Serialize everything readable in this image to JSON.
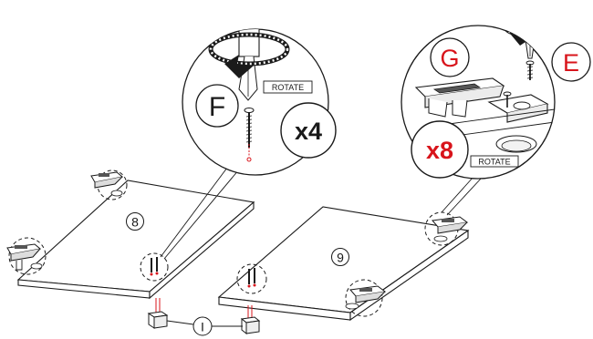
{
  "colors": {
    "accent_red": "#d8141b",
    "ink": "#1a1a1a",
    "bg": "#ffffff"
  },
  "left_callout": {
    "part_label": "F",
    "quantity": "x4",
    "action": "ROTATE",
    "icons": [
      "screwdriver-icon",
      "rotate-arrow-icon",
      "screw-icon"
    ]
  },
  "right_callout": {
    "part_labels": [
      "G",
      "E"
    ],
    "quantity": "x8",
    "action": "ROTATE",
    "icons": [
      "screwdriver-icon",
      "rotate-arrow-icon",
      "hinge-icon",
      "screw-icon"
    ]
  },
  "panels": [
    {
      "number": "8"
    },
    {
      "number": "9"
    }
  ],
  "connector_label": "I"
}
